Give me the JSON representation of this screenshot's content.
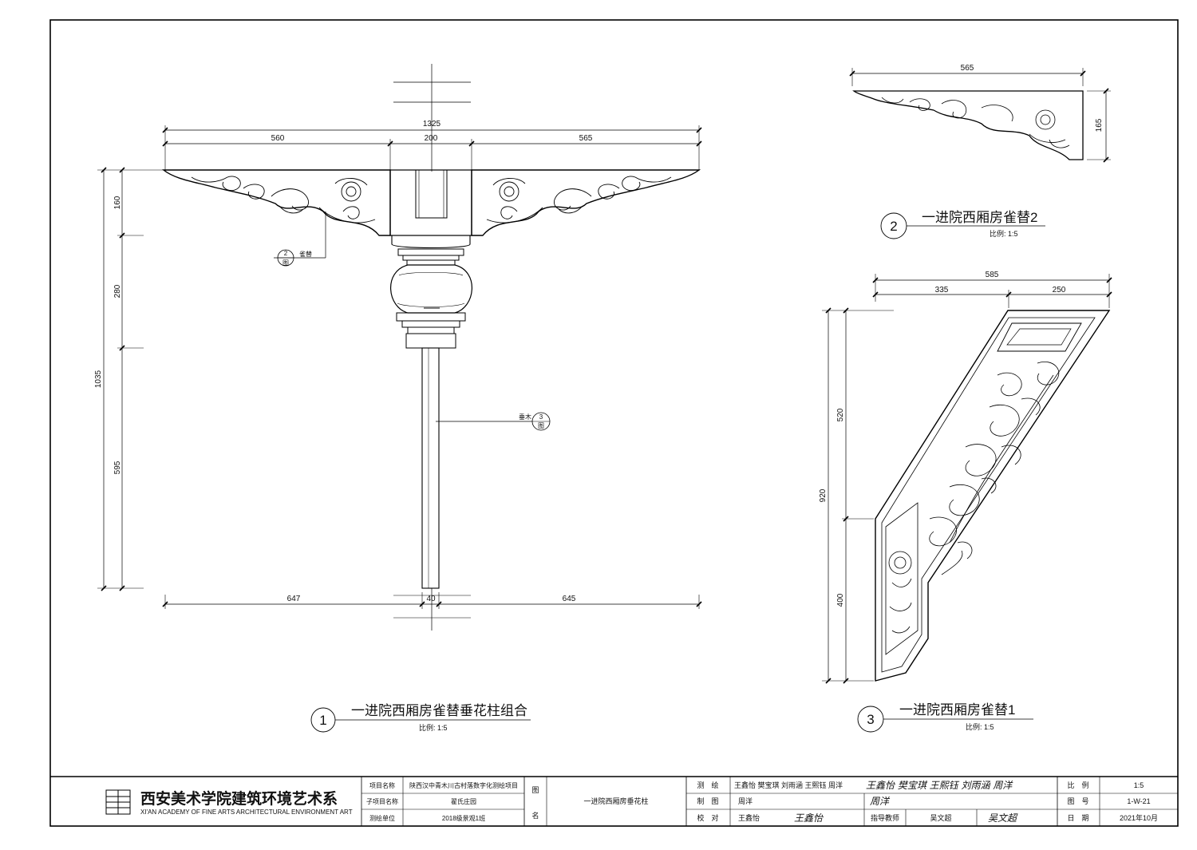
{
  "drawing1": {
    "num": "1",
    "title": "一进院西厢房雀替垂花柱组合",
    "scale": "比例: 1:5",
    "dims_top": {
      "total": "1325",
      "left": "560",
      "mid": "200",
      "right": "565"
    },
    "dims_left": {
      "total": "1035",
      "a": "160",
      "b": "280",
      "c": "595"
    },
    "dims_bottom": {
      "left": "647",
      "mid": "40",
      "right": "645"
    },
    "callout_queti": {
      "num": "2",
      "sheet": "图",
      "label": "雀替"
    },
    "callout_chuilian": {
      "num": "3",
      "sheet": "图",
      "label": "垂木"
    }
  },
  "drawing2": {
    "num": "2",
    "title": "一进院西厢房雀替2",
    "scale": "比例: 1:5",
    "dim_width": "565",
    "dim_height": "165"
  },
  "drawing3": {
    "num": "3",
    "title": "一进院西厢房雀替1",
    "scale": "比例: 1:5",
    "dims_top": {
      "total": "585",
      "left": "335",
      "right": "250"
    },
    "dims_left": {
      "total": "920",
      "a": "520",
      "b": "400"
    }
  },
  "title_block": {
    "logo_cn": "西安美术学院建筑环境艺术系",
    "logo_en": "XI'AN ACADEMY OF FINE ARTS ARCHITECTURAL ENVIRONMENT ART",
    "project_label": "项目名称",
    "project_value": "陕西汉中青木川古村落数字化测绘项目",
    "subproject_label": "子项目名称",
    "subproject_value": "翟氏庄园",
    "unit_label": "测绘单位",
    "unit_value": "2018级景观1班",
    "fig_label_1": "图",
    "fig_label_2": "名",
    "drawing_name": "一进院西厢房垂花柱",
    "survey_label": "测　绘",
    "survey_names": "王鑫怡 樊宝琪 刘雨涵 王熙钰 周洋",
    "survey_sigs": "王鑫怡 樊宝琪 王熙钰 刘雨涵 周洋",
    "draw_label": "制　图",
    "draw_name": "周洋",
    "draw_sig": "周洋",
    "check_label": "校　对",
    "check_name": "王鑫怡",
    "check_sig": "王鑫怡",
    "advisor_label": "指导教师",
    "advisor_name": "吴文超",
    "advisor_sig": "吴文超",
    "scale_label": "比　例",
    "scale_value": "1:5",
    "no_label": "图　号",
    "no_value": "1-W-21",
    "date_label": "日　期",
    "date_value": "2021年10月"
  }
}
